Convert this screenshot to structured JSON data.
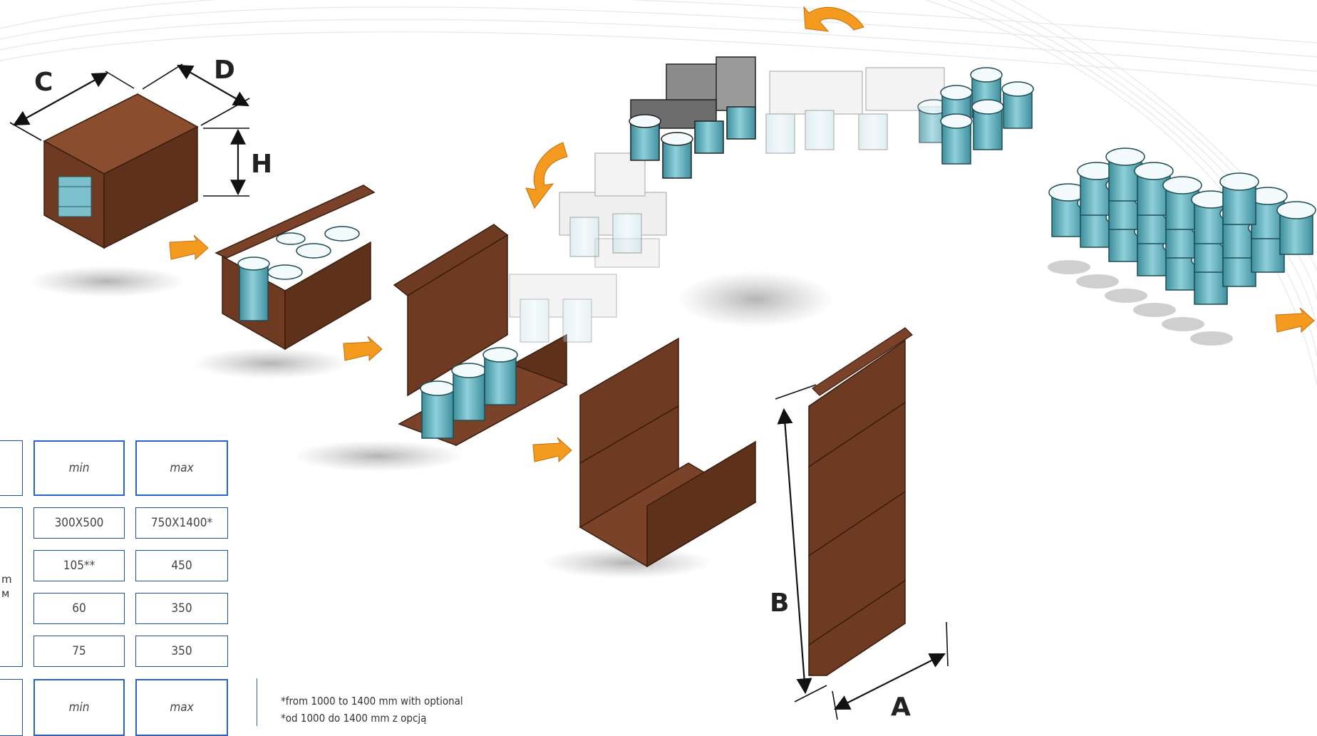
{
  "labels": {
    "C": "C",
    "D": "D",
    "H": "H",
    "A": "A",
    "B": "B"
  },
  "table": {
    "header1": {
      "min": "min",
      "max": "max"
    },
    "rows": [
      {
        "min": "300X500",
        "max": "750X1400*"
      },
      {
        "min": "105**",
        "max": "450"
      },
      {
        "min": "60",
        "max": "350"
      },
      {
        "min": "75",
        "max": "350"
      }
    ],
    "header2": {
      "min": "min",
      "max": "max"
    },
    "left_fragment_1": "m",
    "left_fragment_2": "м"
  },
  "footnotes": [
    "*from 1000 to 1400 mm with optional",
    "*od 1000 do 1400  mm z opcją"
  ],
  "colors": {
    "carton": "#6e3b22",
    "carton_dark": "#4a2614",
    "pot": "#69b3c0",
    "arrow": "#f39a1f",
    "table_border": "#1f4f9e"
  }
}
